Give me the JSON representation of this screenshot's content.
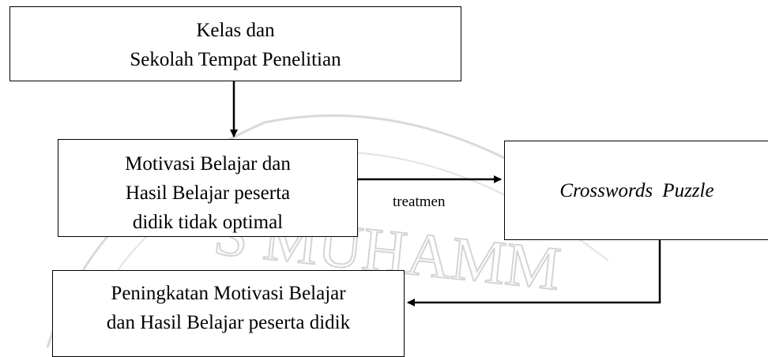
{
  "colors": {
    "stroke": "#000000",
    "watermark": "#d9d9d9"
  },
  "watermark": {
    "text": "S MUHAMM"
  },
  "boxes": {
    "top": {
      "lines": [
        "Kelas dan",
        "Sekolah Tempat Penelitian"
      ]
    },
    "middle": {
      "lines": [
        "Motivasi Belajar dan",
        "Hasil Belajar peserta",
        "didik tidak optimal"
      ]
    },
    "right": {
      "lines": [
        "Crosswords  Puzzle"
      ]
    },
    "bottom": {
      "lines": [
        "Peningkatan Motivasi Belajar",
        "dan Hasil Belajar peserta didik"
      ]
    }
  },
  "edge_label": "treatmen"
}
